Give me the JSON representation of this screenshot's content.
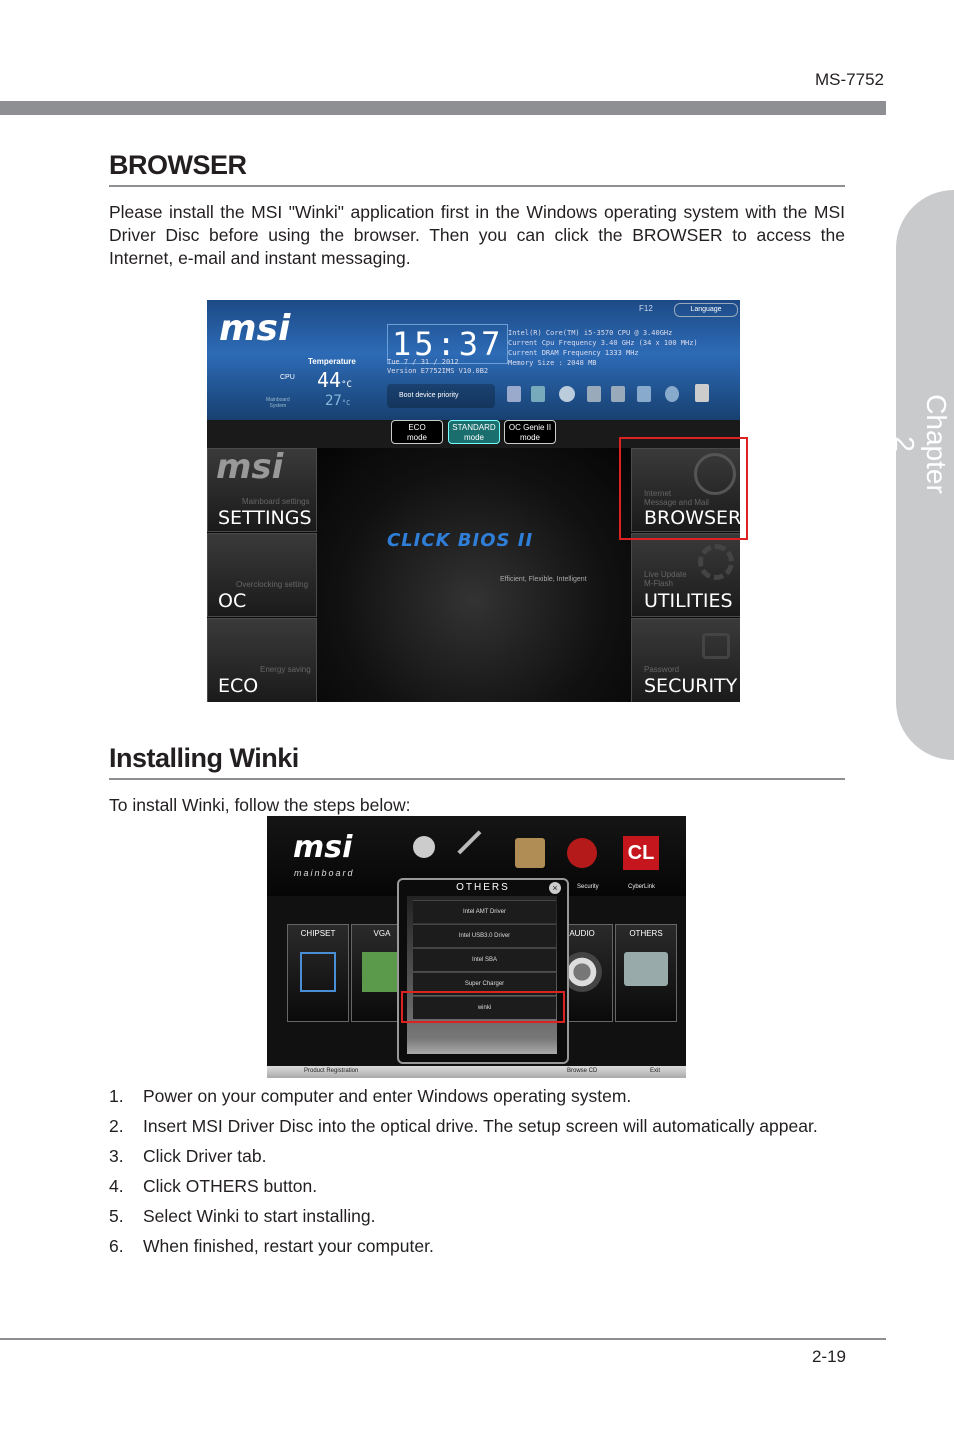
{
  "header": {
    "model": "MS-7752"
  },
  "side_tab": {
    "label": "Chapter 2"
  },
  "section1": {
    "heading": "BROWSER",
    "paragraph": "Please install the MSI \"Winki\" application first in the Windows operating system with the MSI Driver Disc before using the browser. Then you can click the BROWSER to access the Internet, e-mail and instant messaging."
  },
  "bios": {
    "logo": "msi",
    "f12": "F12",
    "language": "Language",
    "time": "15:37",
    "temperature_label": "Temperature",
    "cpu_label": "CPU",
    "cpu_temp": "44",
    "sys_label1": "Mainboard",
    "sys_label2": "System",
    "sys_temp": "27",
    "deg": "°C",
    "date_line": "Tue   7 / 31 / 2012",
    "version_line": "Version E7752IMS V10.0B2",
    "cpu_info": [
      "Intel(R) Core(TM) i5-3570 CPU @ 3.40GHz",
      "Current Cpu Frequency 3.40 GHz (34 x 100 MHz)",
      "Current DRAM Frequency 1333 MHz",
      "Memory Size : 2048 MB"
    ],
    "boot_priority": "Boot device priority",
    "modes": [
      {
        "line1": "ECO",
        "line2": "mode"
      },
      {
        "line1": "STANDARD",
        "line2": "mode"
      },
      {
        "line1": "OC Genie II",
        "line2": "mode"
      }
    ],
    "center_logo": "CLICK BIOS II",
    "tagline": "Efficient, Flexible, Intelligent",
    "left_tiles": [
      {
        "sub": "Mainboard settings",
        "title": "SETTINGS"
      },
      {
        "sub": "Overclocking setting",
        "title": "OC"
      },
      {
        "sub": "Energy saving",
        "title": "ECO"
      }
    ],
    "right_tiles": [
      {
        "sub1": "Internet",
        "sub2": "Message and Mail",
        "title": "BROWSER"
      },
      {
        "sub1": "Live Update",
        "sub2": "M-Flash",
        "title": "UTILITIES"
      },
      {
        "sub1": "Password",
        "sub2": "",
        "title": "SECURITY"
      }
    ]
  },
  "section2": {
    "heading": "Installing Winki",
    "intro": "To install Winki, follow the steps below:"
  },
  "winki": {
    "logo": "msi",
    "logo_sub": "mainboard",
    "top_labels": [
      "Security",
      "CyberLink"
    ],
    "cl_badge": "CL",
    "categories": [
      "CHIPSET",
      "VGA",
      "AUDIO",
      "OTHERS"
    ],
    "popup_title": "OTHERS",
    "popup_items": [
      "Intel AMT Driver",
      "Intel USB3.0 Driver",
      "Intel SBA",
      "Super Charger",
      "winki"
    ],
    "footer": [
      "Product Registration",
      "Browse CD",
      "Exit"
    ]
  },
  "steps": [
    {
      "n": "1.",
      "text": "Power on your computer and enter Windows operating system."
    },
    {
      "n": "2.",
      "text": "Insert MSI Driver Disc into the optical drive. The setup screen will automatically appear."
    },
    {
      "n": "3.",
      "text": "Click Driver tab."
    },
    {
      "n": "4.",
      "text": "Click OTHERS button."
    },
    {
      "n": "5.",
      "text": "Select Winki to start installing."
    },
    {
      "n": "6.",
      "text": "When finished, restart your computer."
    }
  ],
  "footer": {
    "page": "2-19"
  }
}
